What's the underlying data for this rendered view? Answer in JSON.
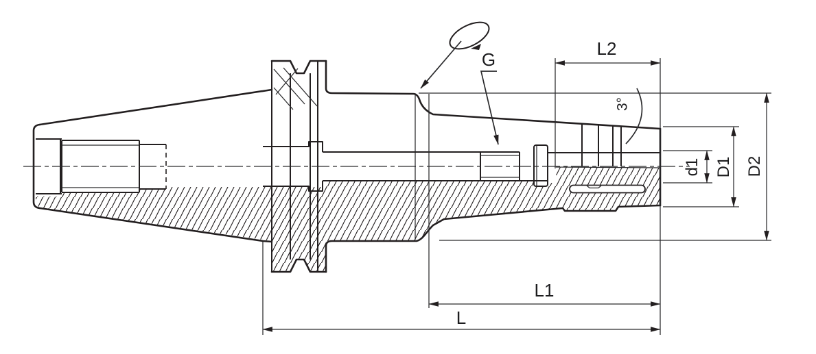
{
  "drawing": {
    "labels": {
      "thread": "G",
      "length_l2": "L2",
      "angle": "3°",
      "dia_small": "d1",
      "dia_mid": "D1",
      "dia_big": "D2",
      "length_l1": "L1",
      "length_total": "L"
    },
    "colors": {
      "line": "#231f20",
      "text": "#1d1d1f",
      "background": "#ffffff"
    }
  }
}
